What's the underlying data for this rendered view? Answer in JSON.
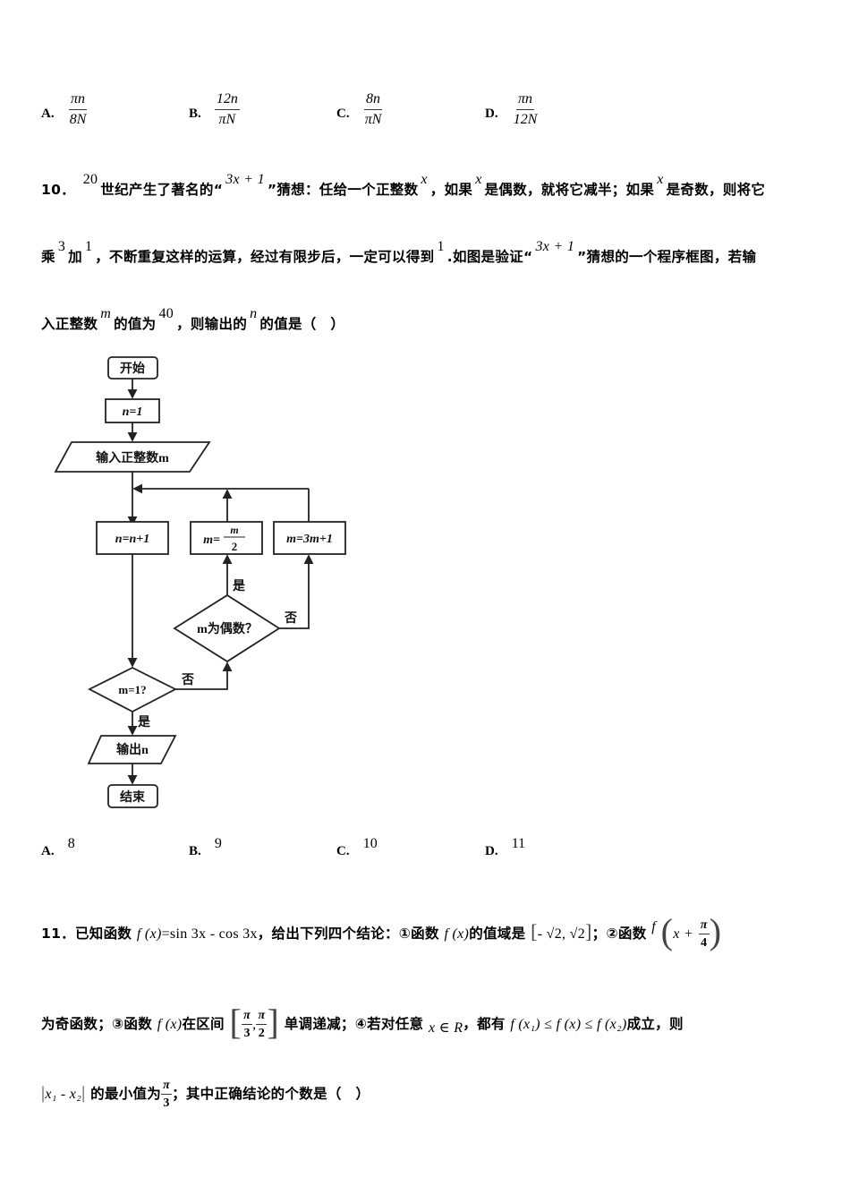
{
  "q9_options": [
    {
      "label": "A.",
      "num": "πn",
      "den": "8N"
    },
    {
      "label": "B.",
      "num": "12n",
      "den": "πN"
    },
    {
      "label": "C.",
      "num": "8n",
      "den": "πN"
    },
    {
      "label": "D.",
      "num": "πn",
      "den": "12N"
    }
  ],
  "q10": {
    "number": "10．",
    "line1": {
      "t1": "20",
      "t2": "世纪产生了著名的“",
      "t3": "3x + 1",
      "t4": "”猜想：任给一个正整数",
      "t5": "x",
      "t6": "，如果",
      "t7": "x",
      "t8": "是偶数，就将它减半；如果",
      "t9": "x",
      "t10": "是奇数，则将它"
    },
    "line2": {
      "t1": "乘",
      "t2": "3",
      "t3": "加",
      "t4": "1",
      "t5": "，不断重复这样的运算，经过有限步后，一定可以得到",
      "t6": "1",
      "t7": ".如图是验证“",
      "t8": "3x + 1",
      "t9": "”猜想的一个程序框图，若输"
    },
    "line3": {
      "t1": "入正整数",
      "t2": "m",
      "t3": "的值为",
      "t4": "40",
      "t5": "，则输出的",
      "t6": "n",
      "t7": "的值是（　）"
    },
    "flowchart": {
      "start": "开始",
      "init": "n=1",
      "input": "输入正整数m",
      "increment": "n=n+1",
      "halve_lhs": "m=",
      "halve_num": "m",
      "halve_den": "2",
      "triple": "m=3m+1",
      "is_even": "m为偶数？",
      "is_one": "m=1?",
      "yes": "是",
      "no": "否",
      "output": "输出n",
      "end": "结束"
    },
    "options": [
      {
        "label": "A.",
        "value": "8"
      },
      {
        "label": "B.",
        "value": "9"
      },
      {
        "label": "C.",
        "value": "10"
      },
      {
        "label": "D.",
        "value": "11"
      }
    ]
  },
  "q11": {
    "number": "11．",
    "line1": {
      "t1": "已知函数",
      "fx": "f (x)",
      "def": "=sin 3x - cos 3x",
      "t2": "，给出下列四个结论：①函数",
      "fx2": "f (x)",
      "t3": "的值域是",
      "range": "- √2, √2",
      "t4": "；②函数",
      "f": "f",
      "arg": "x +",
      "arg_num": "π",
      "arg_den": "4"
    },
    "line2": {
      "t1": "为奇函数；③函数",
      "fx": "f (x)",
      "t2": "在区间",
      "a_num": "π",
      "a_den": "3",
      "b_num": "π",
      "b_den": "2",
      "t3": "单调递减；④若对任意",
      "xr": "x ∈ R",
      "t4": "，都有",
      "ineq": "f (x₁) ≤ f (x) ≤ f (x₂)",
      "t5": "成立，则"
    },
    "line3": {
      "abs": "x₁ - x₂",
      "t1": "的最小值为",
      "v_num": "π",
      "v_den": "3",
      "t2": "；其中正确结论的个数是（　）"
    }
  }
}
